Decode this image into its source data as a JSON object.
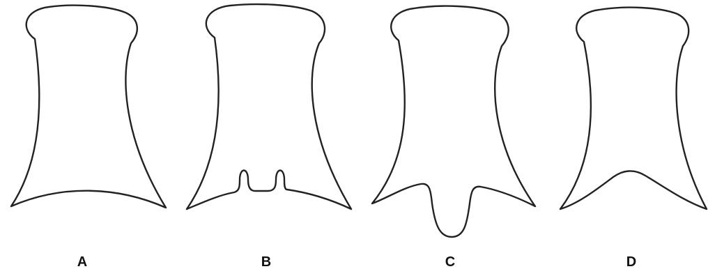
{
  "figure": {
    "panels": [
      {
        "label": "A"
      },
      {
        "label": "B"
      },
      {
        "label": "C"
      },
      {
        "label": "D"
      }
    ],
    "colors": {
      "outline": "#222222",
      "label": "#111111",
      "background": "#ffffff"
    }
  }
}
